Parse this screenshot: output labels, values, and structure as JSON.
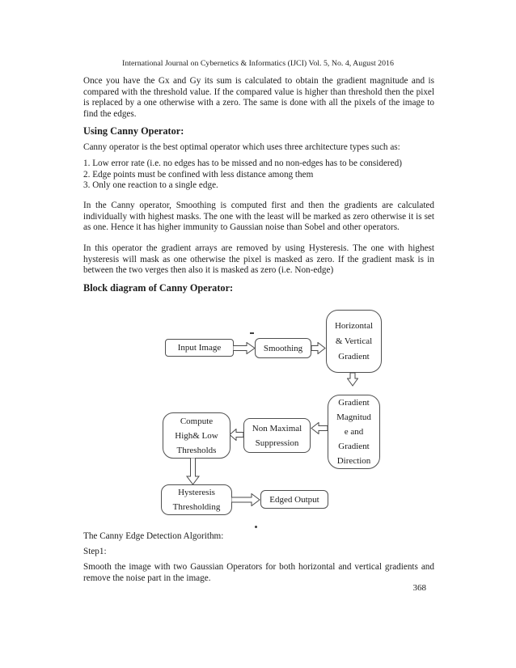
{
  "header": {
    "journal_line": "International Journal on Cybernetics & Informatics (IJCI) Vol. 5, No. 4, August 2016"
  },
  "content": {
    "para_gradient": "Once you have the Gx and Gy its sum is calculated to obtain the gradient magnitude and is compared with the threshold value. If the compared value is higher than threshold then the pixel is replaced by a one otherwise with a zero. The same is done with all the pixels of the image to find the edges.",
    "heading_using_canny": "Using Canny Operator:",
    "para_canny_intro": "Canny operator is the best optimal operator which uses three architecture types such as:",
    "list_items": [
      "1. Low error rate (i.e. no edges has to be missed and no non-edges has to be considered)",
      "2. Edge points must be confined with less distance among them",
      "3. Only one reaction to a single edge."
    ],
    "para_smoothing": "In the Canny operator, Smoothing is computed first and then the gradients are calculated individually with highest masks. The one with the least will be marked as zero otherwise it is set as one. Hence it has higher immunity to Gaussian noise than Sobel and other operators.",
    "para_hysteresis": "In this operator the gradient arrays are removed by using Hysteresis. The one with highest hysteresis will mask as one otherwise the pixel is masked as zero. If the gradient mask is in between the two verges then also it is masked as zero (i.e. Non-edge)",
    "heading_block_diagram": "Block diagram of Canny Operator:",
    "line_algorithm": "The Canny Edge Detection Algorithm:",
    "line_step1": "Step1:",
    "para_step1": "Smooth the image with two Gaussian Operators for both horizontal and vertical gradients and remove the noise part in the image.",
    "page_number": "368"
  },
  "diagram": {
    "boxes": {
      "input_image": [
        "Input Image"
      ],
      "smoothing": [
        "Smoothing"
      ],
      "hv_gradient": [
        "Horizontal",
        "& Vertical",
        "Gradient"
      ],
      "gradient_mag_dir": [
        "Gradient",
        "Magnitud",
        "e and",
        "Gradient",
        "Direction"
      ],
      "non_maximal": [
        "Non Maximal",
        "Suppression"
      ],
      "compute_thresholds": [
        "Compute",
        "High& Low",
        "Thresholds"
      ],
      "hysteresis": [
        "Hysteresis",
        "Thresholding"
      ],
      "edged_output": [
        "Edged Output"
      ]
    }
  }
}
